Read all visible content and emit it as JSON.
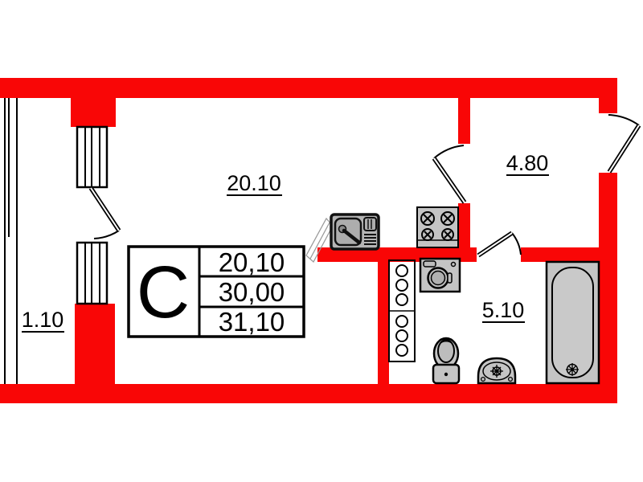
{
  "plan": {
    "legend": {
      "type": "C",
      "area_living": "20,10",
      "area_total": "30,00",
      "area_full": "31,10"
    },
    "rooms": {
      "living": "20.10",
      "hall": "4.80",
      "bathroom": "5.10",
      "balcony": "1.10"
    },
    "colors": {
      "wall": "#F90606",
      "fixture": "#C4C4C4",
      "line": "#000000"
    }
  }
}
